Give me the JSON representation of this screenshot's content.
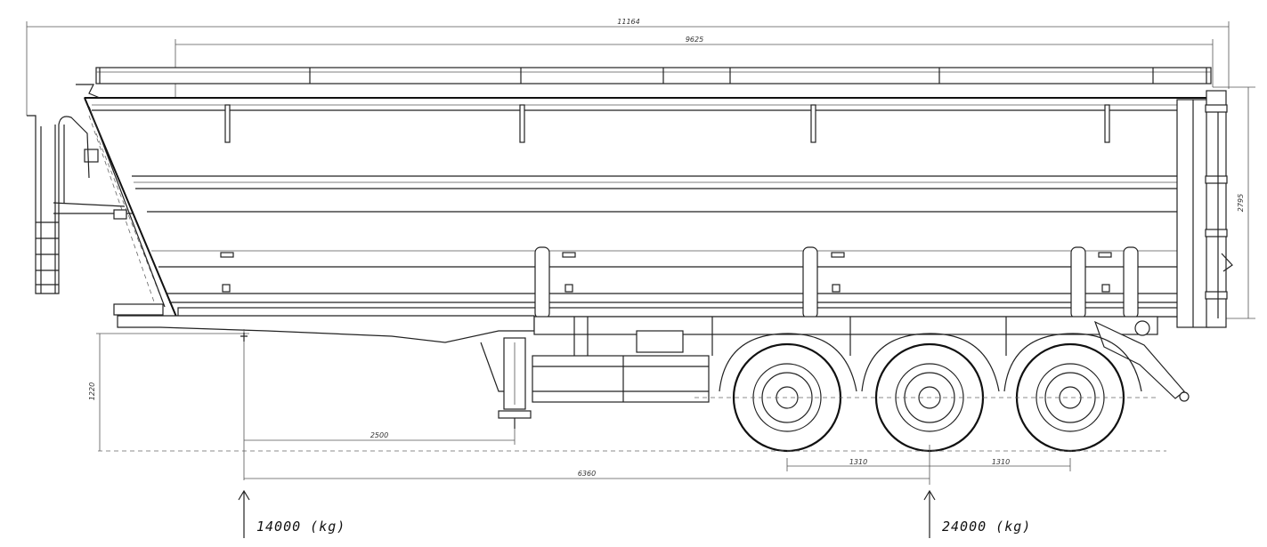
{
  "dimensions": {
    "overall_length": "11164",
    "body_length": "9625",
    "body_height": "2795",
    "coupling_height": "1220",
    "kingpin_to_leg": "2500",
    "kingpin_to_axle": "6360",
    "axle_spacing_1": "1310",
    "axle_spacing_2": "1310"
  },
  "loads": {
    "front": "14000 (kg)",
    "rear": "24000 (kg)"
  }
}
